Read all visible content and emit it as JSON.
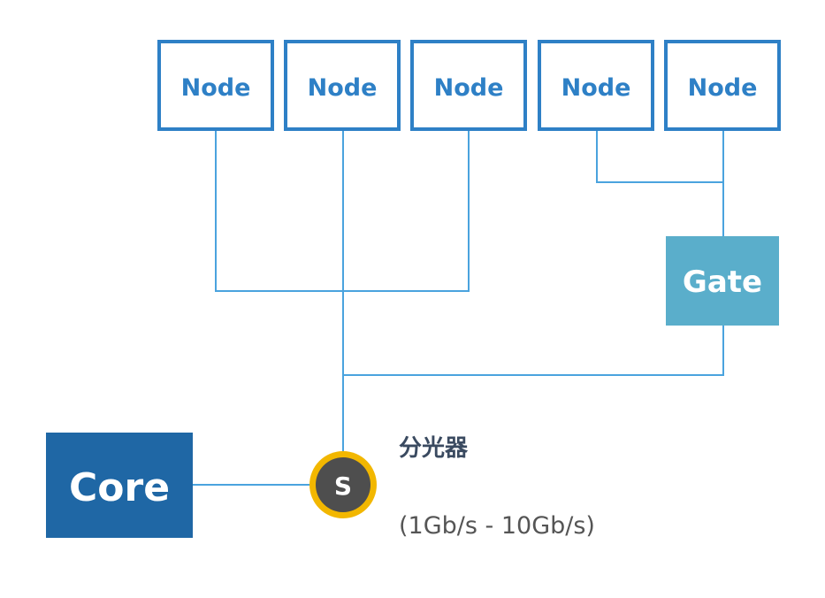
{
  "nodes": [
    {
      "label": "Node"
    },
    {
      "label": "Node"
    },
    {
      "label": "Node"
    },
    {
      "label": "Node"
    },
    {
      "label": "Node"
    }
  ],
  "gate": {
    "label": "Gate"
  },
  "core": {
    "label": "Core"
  },
  "splitter": {
    "symbol": "S",
    "name": "分光器",
    "bandwidth": "(1Gb/s - 10Gb/s)"
  },
  "colors": {
    "node_border": "#2e80c6",
    "wire": "#4aa3de",
    "gate_fill": "#5aaecb",
    "core_fill": "#1f67a5",
    "splitter_ring": "#f2b700",
    "splitter_fill": "#4e4e4e"
  }
}
